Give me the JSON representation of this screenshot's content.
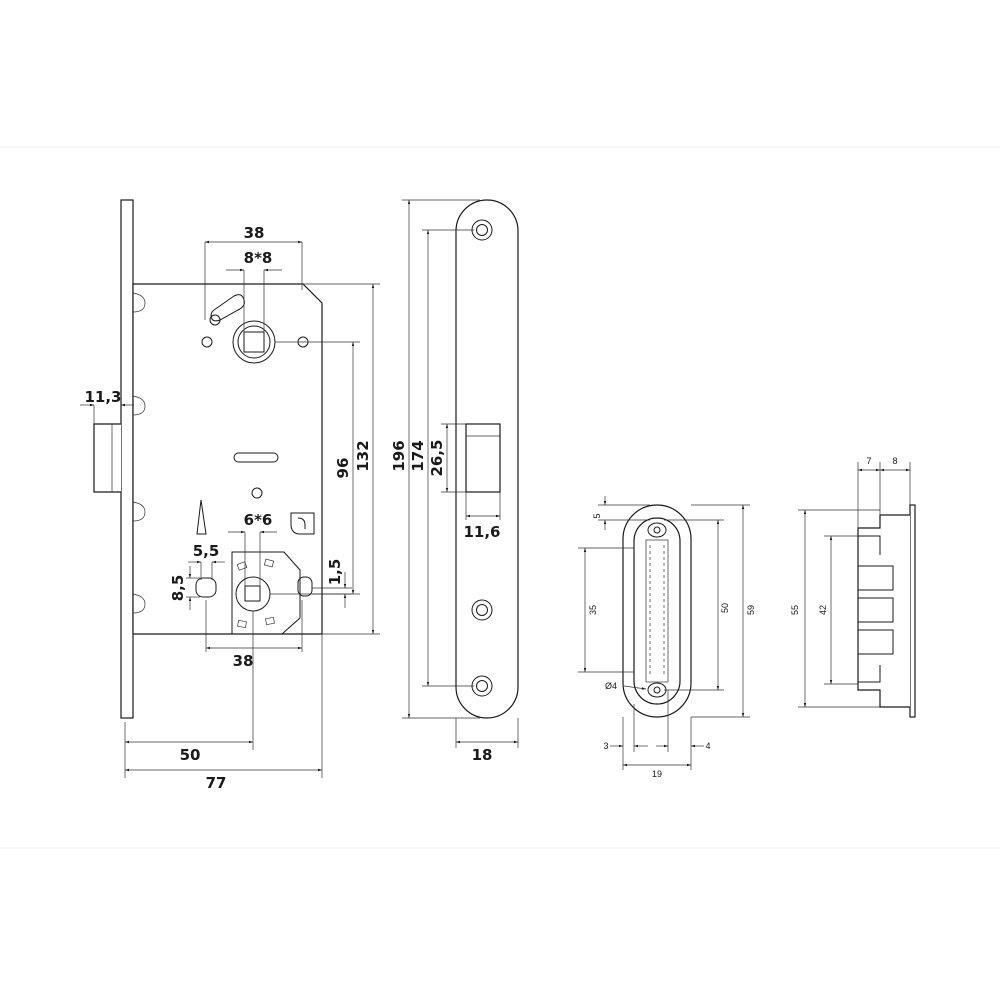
{
  "lock_view": {
    "dim_38_top": "38",
    "dim_8x8": "8*8",
    "dim_11_3": "11,3",
    "dim_96": "96",
    "dim_132": "132",
    "dim_6x6": "6*6",
    "dim_5_5": "5,5",
    "dim_8_5": "8,5",
    "dim_1_5": "1,5",
    "dim_38_bottom": "38",
    "dim_50": "50",
    "dim_77": "77"
  },
  "faceplate_view": {
    "dim_196": "196",
    "dim_174": "174",
    "dim_26_5": "26,5",
    "dim_11_6": "11,6",
    "dim_18": "18"
  },
  "strike_front_view": {
    "dim_5": "5",
    "dim_35": "35",
    "dim_50": "50",
    "dim_59": "59",
    "dim_dia4": "Ø4",
    "dim_3": "3",
    "dim_4": "4",
    "dim_19": "19"
  },
  "strike_side_view": {
    "dim_7": "7",
    "dim_8": "8",
    "dim_55": "55",
    "dim_42": "42"
  }
}
